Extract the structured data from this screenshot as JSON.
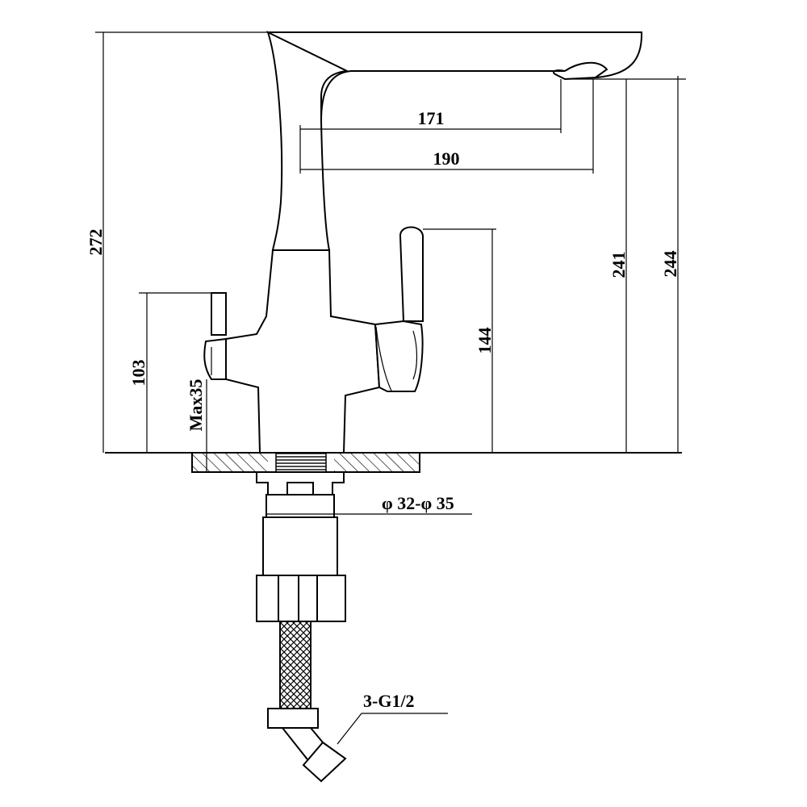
{
  "dimensions": {
    "overall_height": "272",
    "handle_height": "103",
    "max_thickness": "Max35",
    "spout_reach_inner": "171",
    "spout_reach_outer": "190",
    "lever_height": "144",
    "outlet_height_a": "241",
    "outlet_height_b": "244",
    "mount_hole_diameter": "φ 32-φ 35",
    "connection": "3-G1/2"
  }
}
